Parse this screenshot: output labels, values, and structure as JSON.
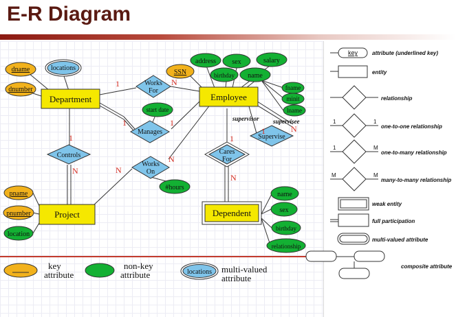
{
  "title": "E-R Diagram",
  "entities": {
    "department": "Department",
    "employee": "Employee",
    "project": "Project",
    "dependent": "Dependent"
  },
  "relationships": {
    "works_for": [
      "Works",
      "For"
    ],
    "manages": "Manages",
    "controls": "Controls",
    "works_on": [
      "Works",
      "On"
    ],
    "supervise": "Supervise",
    "cares_for": [
      "Cares",
      "For"
    ]
  },
  "attributes": {
    "dname": "dname",
    "dnumber": "dnumber",
    "locations": "locations",
    "ssn": "SSN",
    "address": "address",
    "sex": "sex",
    "salary": "salary",
    "birthday": "birthday",
    "name": "name",
    "fname": "fname",
    "minit": "minit",
    "lname": "lname",
    "start_date": "start date",
    "hours": "#hours",
    "pname": "pname",
    "pnumber": "pnumber",
    "location": "location",
    "dep_name": "name",
    "dep_sex": "sex",
    "dep_birthday": "birthday",
    "dep_relationship": "relationship"
  },
  "roles": {
    "supervisor": "supervisor",
    "supervisee": "supervisee"
  },
  "cardinalities": {
    "works_for_dept": "1",
    "works_for_emp": "N",
    "manages_dept": "1",
    "manages_emp": "1",
    "controls_dept": "1",
    "controls_proj": "N",
    "works_on_proj": "N",
    "works_on_emp": "N",
    "supervise_supervisor": "1",
    "supervise_supervisee": "N",
    "cares_emp": "1",
    "cares_dep": "N"
  },
  "bottom_legend": {
    "key_line1": "key",
    "key_line2": "attribute",
    "nonkey_line1": "non-key",
    "nonkey_line2": "attribute",
    "multi_sample": "locations",
    "multi_line1": "multi-valued",
    "multi_line2": "attribute"
  },
  "legend": {
    "key_sample": "key",
    "key_label": "attribute (underlined key)",
    "entity_label": "entity",
    "relationship_label": "relationship",
    "one_to_one_left": "1",
    "one_to_one_right": "1",
    "one_to_one_label": "one-to-one relationship",
    "one_to_many_left": "1",
    "one_to_many_right": "M",
    "one_to_many_label": "one-to-many relationship",
    "many_to_many_left": "M",
    "many_to_many_right": "M",
    "many_to_many_label": "many-to-many relationship",
    "weak_entity_label": "weak entity",
    "full_participation_label": "full participation",
    "multi_valued_label": "multi-valued attribute",
    "composite_label": "composite attribute"
  },
  "colors": {
    "entity_fill": "#f5e800",
    "relationship_fill": "#7fc4ea",
    "key_attribute_fill": "#f2b21c",
    "nonkey_attribute_fill": "#13b033",
    "multivalued_fill": "#7fc4ea",
    "cardinality": "#d42a1e",
    "title": "#5a1a12"
  }
}
